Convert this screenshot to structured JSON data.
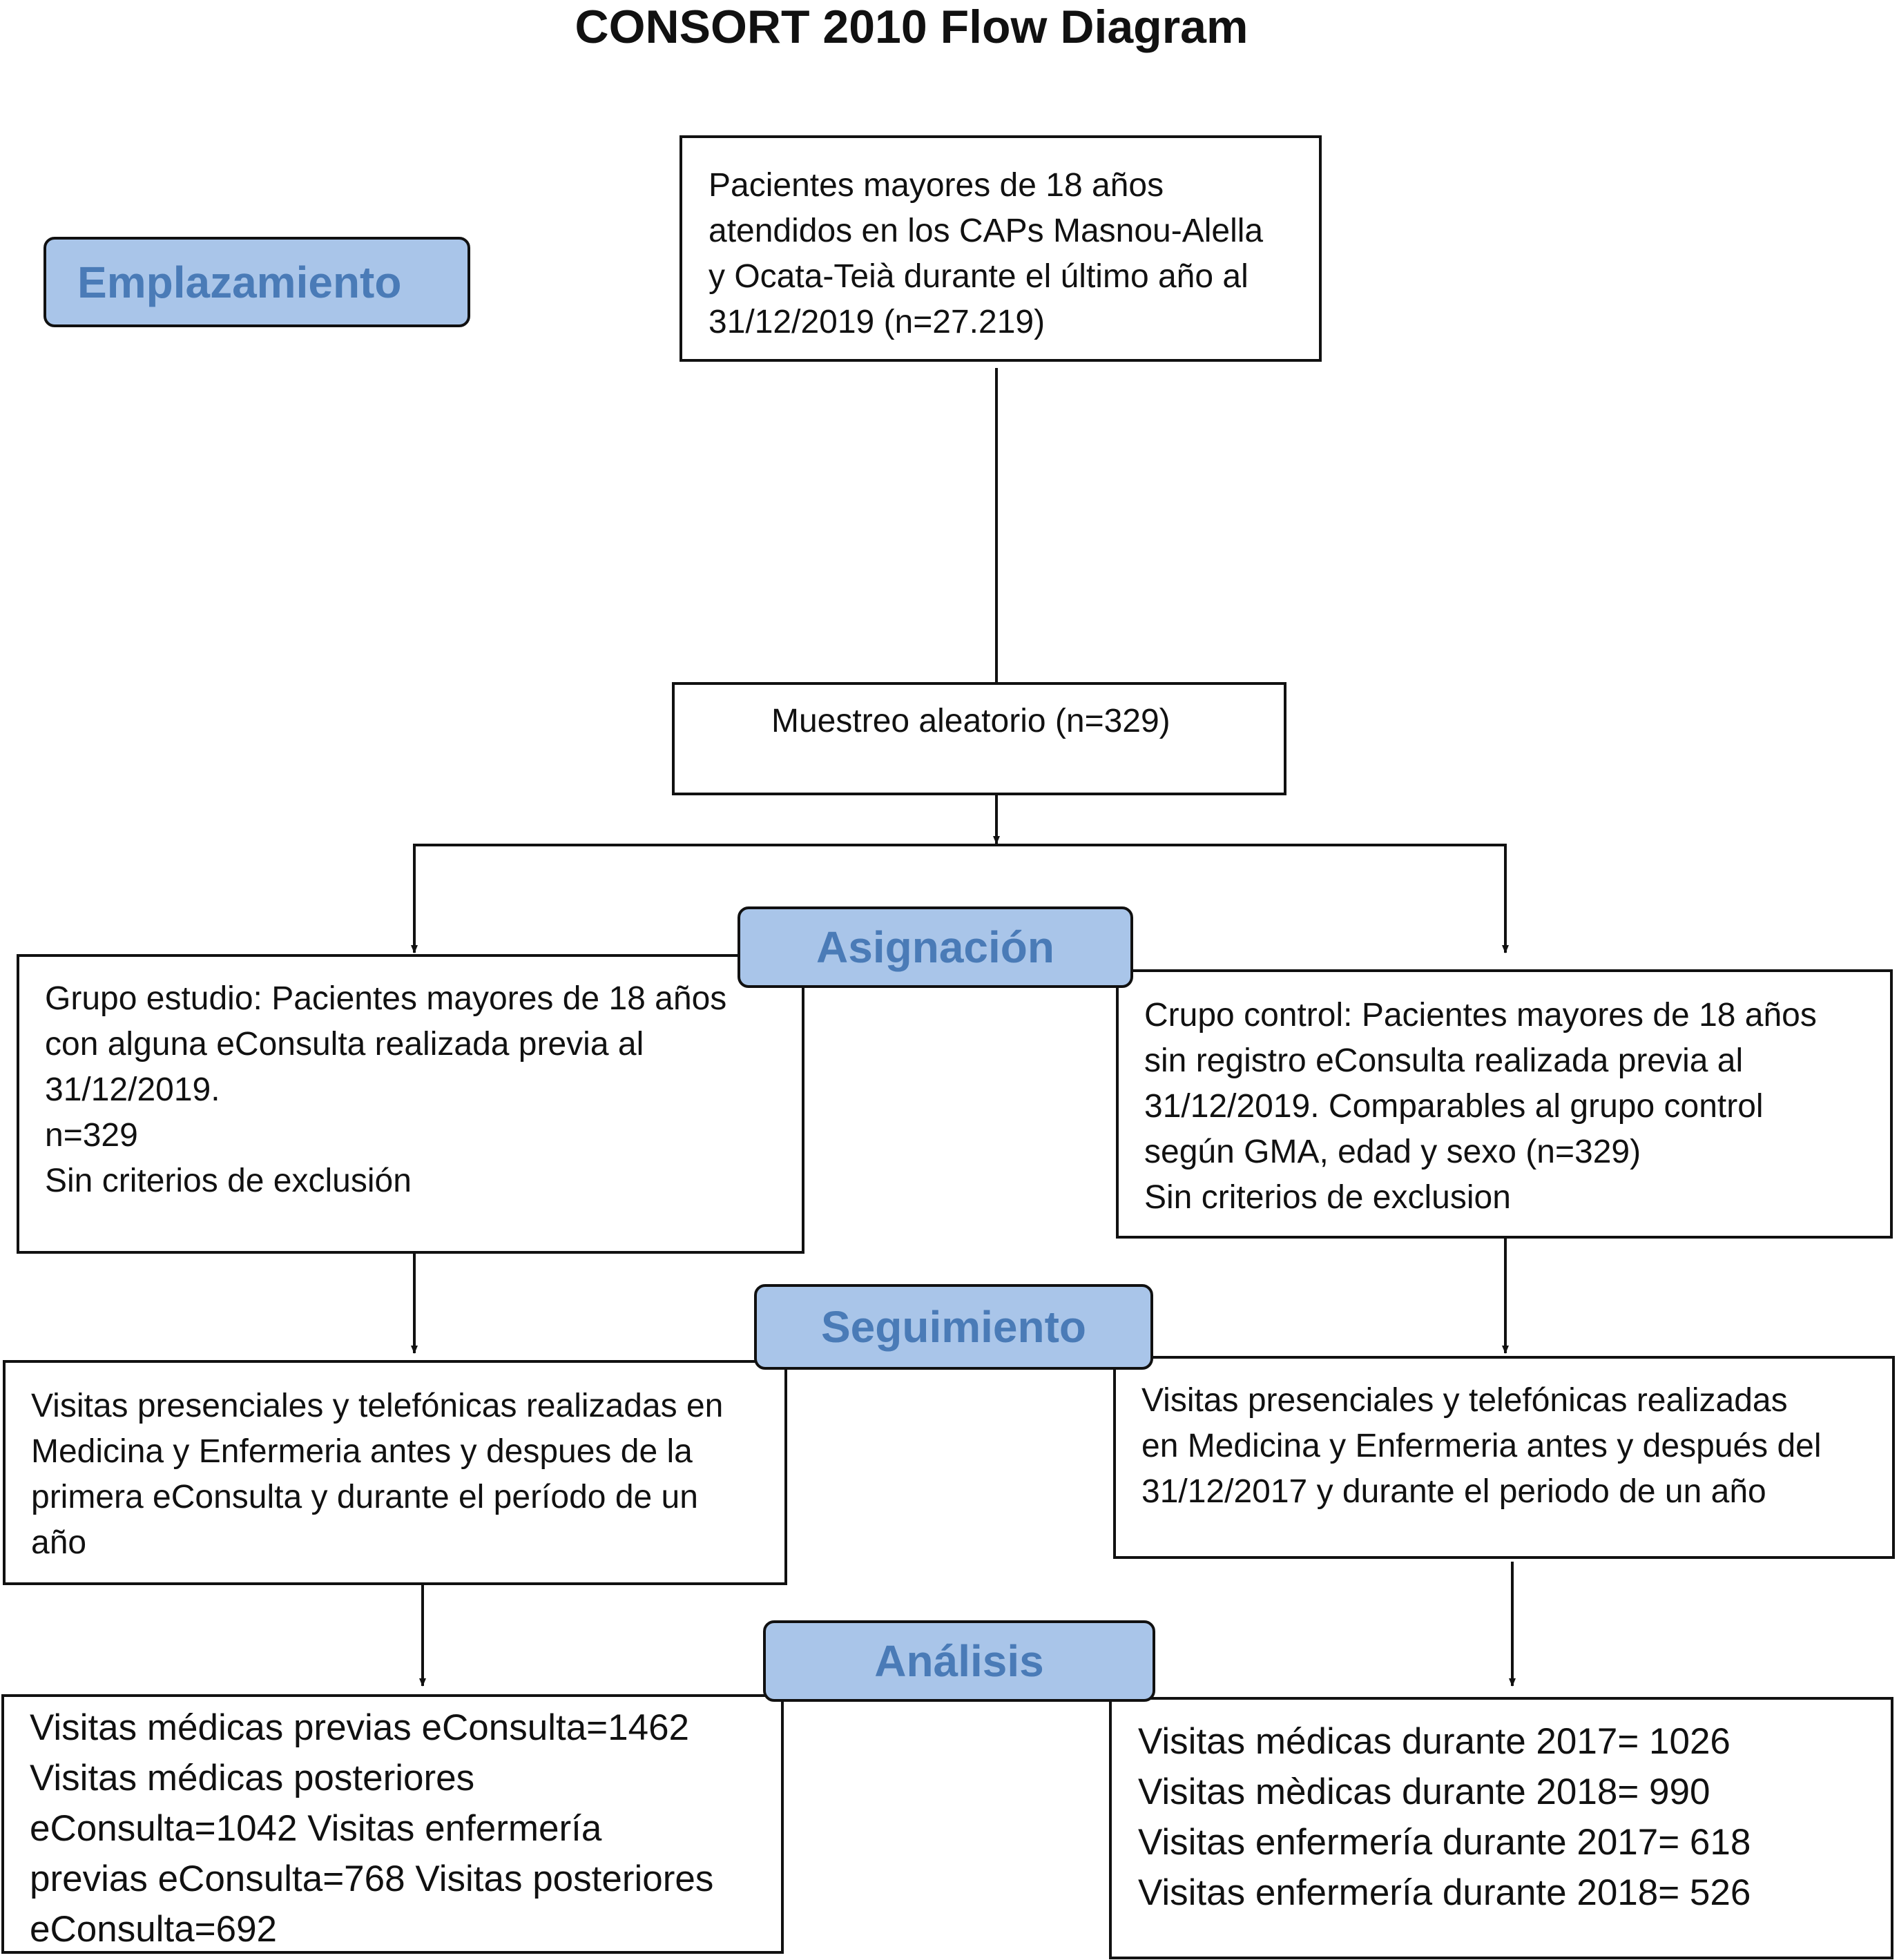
{
  "title": "CONSORT 2010 Flow Diagram",
  "stages": {
    "enrollment": "Emplazamiento",
    "allocation": "Asignación",
    "followup": "Seguimiento",
    "analysis": "Análisis"
  },
  "boxes": {
    "population": {
      "lines": [
        " Pacientes mayores de 18 años",
        "atendidos en los CAPs Masnou-Alella",
        "y Ocata-Teià durante el último año al",
        "31/12/2019 (n=27.219)"
      ]
    },
    "random_sample": {
      "lines": [
        "Muestreo aleatorio (n=329)"
      ]
    },
    "study_group": {
      "lines": [
        "Grupo estudio: Pacientes mayores de 18 años",
        "con alguna eConsulta realizada previa al",
        "31/12/2019.",
        "n=329",
        "Sin criterios de exclusión"
      ]
    },
    "control_group": {
      "lines": [
        "Crupo control: Pacientes mayores de 18 años",
        "sin registro eConsulta realizada previa al",
        "31/12/2019. Comparables al grupo control",
        "según GMA, edad y sexo (n=329)",
        "Sin criterios de exclusion"
      ]
    },
    "study_followup": {
      "lines": [
        "Visitas presenciales y telefónicas realizadas en",
        "Medicina y Enfermeria antes y despues de la",
        "primera eConsulta y durante el período de un",
        "año"
      ]
    },
    "control_followup": {
      "lines": [
        "Visitas presenciales y telefónicas realizadas",
        "en Medicina y Enfermeria antes y después del",
        "31/12/2017 y durante el periodo de un año"
      ]
    },
    "study_analysis": {
      "lines": [
        "Visitas médicas previas eConsulta=1462",
        "Visitas médicas posteriores",
        "eConsulta=1042 Visitas enfermería",
        "previas eConsulta=768 Visitas posteriores",
        "eConsulta=692"
      ]
    },
    "control_analysis": {
      "lines": [
        "Visitas médicas durante 2017= 1026",
        "Visitas mèdicas durante 2018= 990",
        "Visitas enfermería durante 2017= 618",
        "Visitas enfermería durante 2018= 526"
      ]
    }
  },
  "colors": {
    "stage_fill": "#a9c5e9",
    "stage_text": "#4a7bb7",
    "line": "#111111"
  }
}
